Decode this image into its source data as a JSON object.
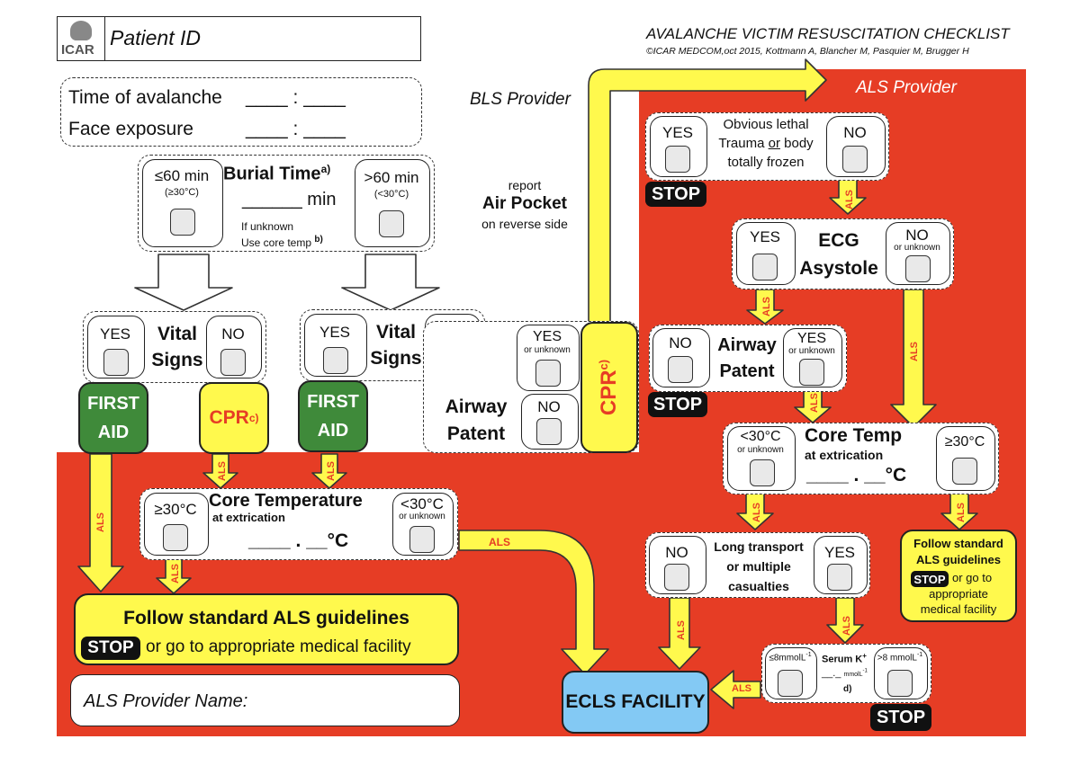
{
  "header": {
    "logo_text": "ICAR",
    "patient_id": "Patient ID",
    "title": "AVALANCHE VICTIM RESUSCITATION CHECKLIST",
    "credit": "©ICAR MEDCOM,oct 2015, Kottmann A, Blancher M, Pasquier M, Brugger H"
  },
  "times": {
    "avalanche": "Time of avalanche",
    "face": "Face exposure",
    "blank": "____ : ____"
  },
  "labels": {
    "bls": "BLS Provider",
    "als": "ALS Provider"
  },
  "burial": {
    "left_top": "≤60 min",
    "left_sub": "(≥30°C)",
    "title": "Burial Time",
    "title_sup": "a)",
    "minutes": "______ min",
    "note1": "If unknown",
    "note2": "Use core temp",
    "note_sup": "b)",
    "right_top": ">60 min",
    "right_sub": "(<30°C)"
  },
  "vital": {
    "yes": "YES",
    "no": "NO",
    "line1": "Vital",
    "line2": "Signs"
  },
  "first_aid": {
    "line1": "FIRST",
    "line2": "AID"
  },
  "cpr": {
    "text": "CPR",
    "sup": "c)"
  },
  "air_pocket": {
    "l1": "report",
    "l2": "Air Pocket",
    "l3": "on reverse side"
  },
  "airway_bls": {
    "yes": "YES",
    "yes_sub": "or unknown",
    "title1": "Airway",
    "title2": "Patent",
    "no": "NO"
  },
  "core_left": {
    "left": "≥30°C",
    "title": "Core Temperature",
    "sub": "at extrication",
    "blank": "____ . __°C",
    "right": "<30°C",
    "right_sub": "or unknown"
  },
  "follow_big": {
    "l1": "Follow standard ALS guidelines",
    "stop": "STOP",
    "rest": "or go to appropriate medical facility"
  },
  "als_name": "ALS Provider Name:",
  "als_tag": "ALS",
  "trauma": {
    "yes": "YES",
    "l1": "Obvious lethal",
    "l2a": "Trauma ",
    "l2b": "or",
    "l2c": " body",
    "l3": "totally frozen",
    "no": "NO",
    "stop": "STOP"
  },
  "ecg": {
    "yes": "YES",
    "l1": "ECG",
    "l2": "Asystole",
    "no": "NO",
    "no_sub": "or unknown"
  },
  "airway_als": {
    "no": "NO",
    "l1": "Airway",
    "l2": "Patent",
    "yes": "YES",
    "yes_sub": "or unknown",
    "stop": "STOP"
  },
  "core_right": {
    "left": "<30°C",
    "left_sub": "or unknown",
    "title": "Core Temp",
    "sub": "at extrication",
    "blank": "____ . __°C",
    "right": "≥30°C"
  },
  "transport": {
    "no": "NO",
    "l1": "Long transport",
    "l2": "or multiple",
    "l3": "casualties",
    "yes": "YES"
  },
  "follow_small": {
    "l1": "Follow standard",
    "l2": "ALS guidelines",
    "stop": "STOP",
    "l3": "or go to",
    "l4": "appropriate",
    "l5": "medical facility"
  },
  "serum": {
    "left": "≤8mmolL",
    "left_sup": "-1",
    "title": "Serum K",
    "title_sup": "+",
    "right": ">8 mmolL",
    "right_sup": "-1",
    "blank": "__._",
    "unit": "mmolL",
    "unit_sup": "-1",
    "note": "d)",
    "stop": "STOP"
  },
  "ecls": "ECLS FACILITY"
}
